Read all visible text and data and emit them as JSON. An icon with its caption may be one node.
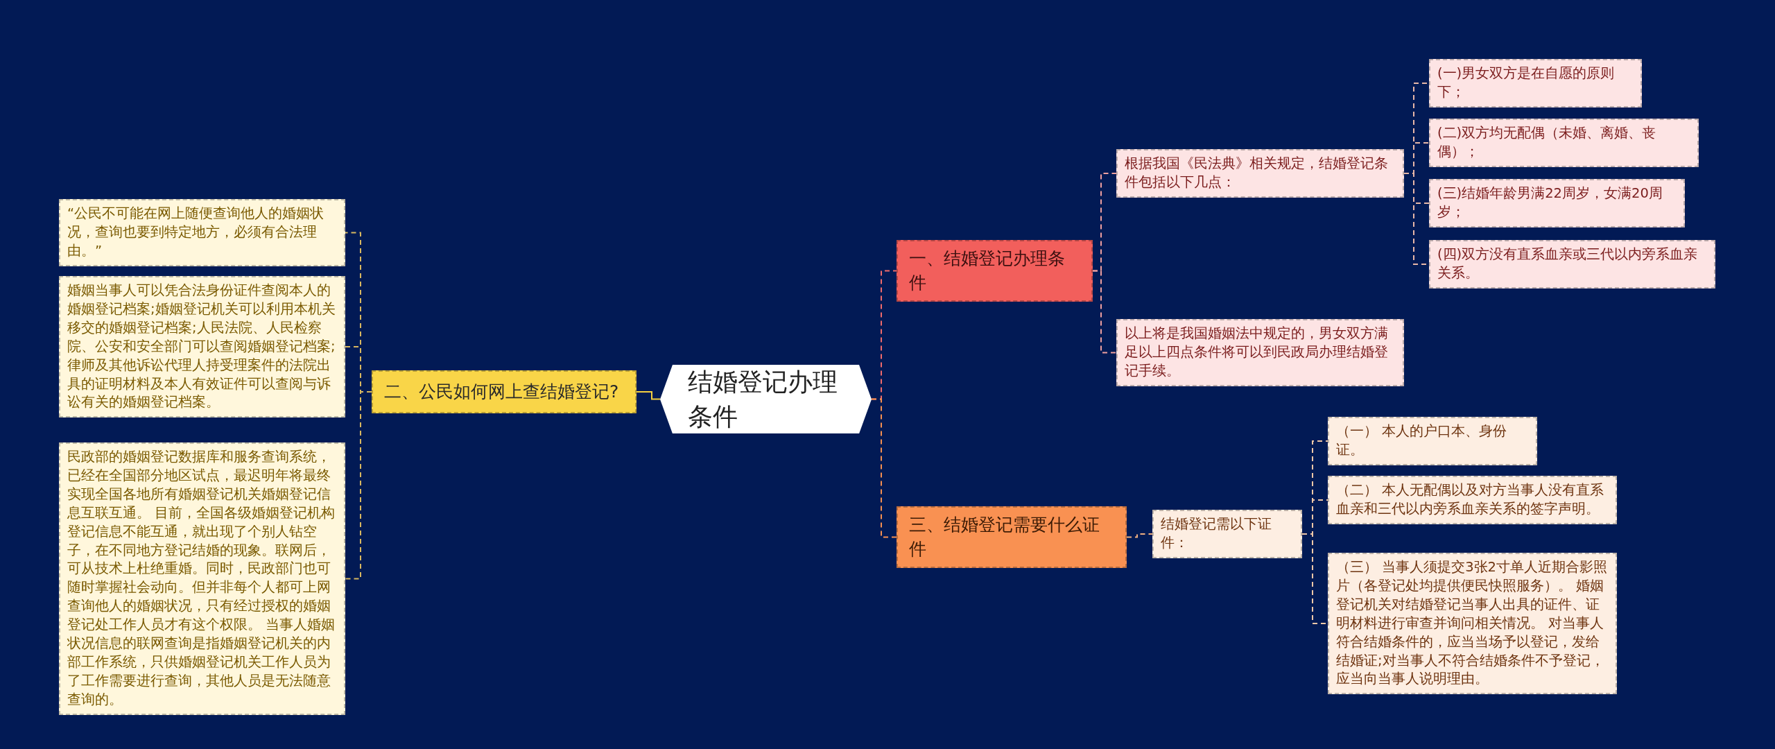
{
  "diagram": {
    "nodes": [
      {
        "text": [
          "结婚登记办理条件"
        ]
      },
      {
        "text": [
          "一、结婚登记办理条件"
        ]
      },
      {
        "text": [
          "根据我国《民法典》相关规定，结婚登记条件包括以下几点："
        ]
      },
      {
        "text": [
          "(一)男女双方是在自愿的原则下；"
        ]
      },
      {
        "text": [
          "(二)双方均无配偶（未婚、离婚、丧偶）；"
        ]
      },
      {
        "text": [
          "(三)结婚年龄男满22周岁，女满20周岁；"
        ]
      },
      {
        "text": [
          "(四)双方没有直系血亲或三代以内旁系血亲关系。"
        ]
      },
      {
        "text": [
          "以上将是我国婚姻法中规定的，男女双方满足以上四点条件将可以到民政局办理结婚登记手续。"
        ]
      },
      {
        "text": [
          "二、公民如何网上查结婚登记?"
        ]
      },
      {
        "text": [
          "“公民不可能在网上随便查询他人的婚姻状况，查询也要到特定地方，必须有合法理由。”"
        ]
      },
      {
        "text": [
          "婚姻当事人可以凭合法身份证件查阅本人的婚姻登记档案;婚姻登记机关可以利用本机关移交的婚姻登记档案;人民法院、人民检察院、公安和安全部门可以查阅婚姻登记档案;律师及其他诉讼代理人持受理案件的法院出具的证明材料及本人有效证件可以查阅与诉讼有关的婚姻登记档案。"
        ]
      },
      {
        "text": [
          "民政部的婚姻登记数据库和服务查询系统，已经在全国部分地区试点，最迟明年将最终实现全国各地所有婚姻登记机关婚姻登记信息互联互通。 目前，全国各级婚姻登记机构登记信息不能互通，就出现了个别人钻空子，在不同地方登记结婚的现象。联网后，可从技术上杜绝重婚。同时，民政部门也可随时掌握社会动向。但并非每个人都可上网查询他人的婚姻状况，只有经过授权的婚姻登记处工作人员才有这个权限。 当事人婚姻状况信息的联网查询是指婚姻登记机关的内部工作系统，只供婚姻登记机关工作人员为了工作需要进行查询，其他人员是无法随意查询的。"
        ]
      },
      {
        "text": [
          "三、结婚登记需要什么证件"
        ]
      },
      {
        "text": [
          "结婚登记需以下证件："
        ]
      },
      {
        "text": [
          "（一） 本人的户口本、身份证。"
        ]
      },
      {
        "text": [
          "（二） 本人无配偶以及对方当事人没有直系血亲和三代以内旁系血亲关系的签字声明。"
        ]
      },
      {
        "text": [
          "（三） 当事人须提交3张2寸单人近期合影照片（各登记处均提供便民快照服务）。 婚姻登记机关对结婚登记当事人出具的证件、证明材料进行审查并询问相关情况。 对当事人符合结婚条件的，应当当场予以登记，发给结婚证;对当事人不符合结婚条件不予登记，应当向当事人说明理由。"
        ]
      }
    ],
    "edges": [
      {
        "from": 0,
        "to": 1,
        "arrow": "none",
        "style": "dashed",
        "color": "#f26b6b"
      },
      {
        "from": 1,
        "to": 2,
        "arrow": "none",
        "style": "dashed",
        "color": "#f0a0a0"
      },
      {
        "from": 2,
        "to": 3,
        "arrow": "none",
        "style": "dashed",
        "color": "#e8b8a8"
      },
      {
        "from": 2,
        "to": 4,
        "arrow": "none",
        "style": "dashed",
        "color": "#e8b8a8"
      },
      {
        "from": 2,
        "to": 5,
        "arrow": "none",
        "style": "dashed",
        "color": "#e8b8a8"
      },
      {
        "from": 2,
        "to": 6,
        "arrow": "none",
        "style": "dashed",
        "color": "#e8b8a8"
      },
      {
        "from": 1,
        "to": 7,
        "arrow": "none",
        "style": "dashed",
        "color": "#f0a0a0"
      },
      {
        "from": 0,
        "to": 8,
        "arrow": "none",
        "color": "#f5d040"
      },
      {
        "from": 8,
        "to": 9,
        "arrow": "none",
        "style": "dashed",
        "color": "#d8b860"
      },
      {
        "from": 8,
        "to": 10,
        "arrow": "none",
        "style": "dashed",
        "color": "#d8b860"
      },
      {
        "from": 8,
        "to": 11,
        "arrow": "none",
        "style": "dashed",
        "color": "#d8b860"
      },
      {
        "from": 0,
        "to": 12,
        "arrow": "none",
        "style": "dashed",
        "color": "#f79050"
      },
      {
        "from": 12,
        "to": 13,
        "arrow": "none",
        "style": "dashed",
        "color": "#f0b080"
      },
      {
        "from": 13,
        "to": 14,
        "arrow": "none",
        "style": "dashed",
        "color": "#f0c8a8"
      },
      {
        "from": 13,
        "to": 15,
        "arrow": "none",
        "style": "dashed",
        "color": "#f0c8a8"
      },
      {
        "from": 13,
        "to": 16,
        "arrow": "none",
        "style": "dashed",
        "color": "#f0c8a8"
      }
    ]
  }
}
